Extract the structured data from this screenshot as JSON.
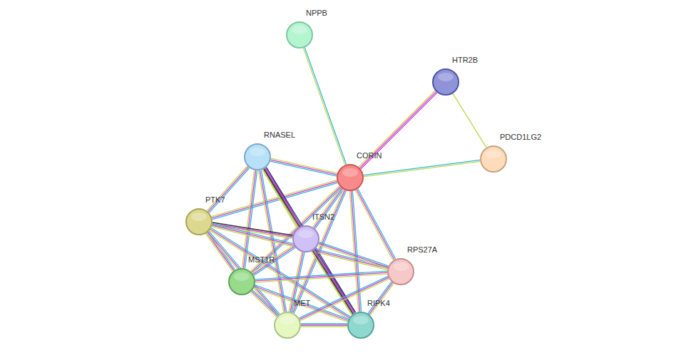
{
  "diagram": {
    "nodes": [
      {
        "text": [
          "NPPB"
        ]
      },
      {
        "text": [
          "HTR2B"
        ]
      },
      {
        "text": [
          "PDCD1LG2"
        ]
      },
      {
        "text": [
          "CORIN"
        ]
      },
      {
        "text": [
          "RNASEL"
        ]
      },
      {
        "text": [
          "PTK7"
        ]
      },
      {
        "text": [
          "ITSN2"
        ]
      },
      {
        "text": [
          "RPS27A"
        ]
      },
      {
        "text": [
          "MST1R"
        ]
      },
      {
        "text": [
          "MET"
        ]
      },
      {
        "text": [
          "RIPK4"
        ]
      }
    ],
    "edges": [
      {
        "from": 0,
        "to": 3,
        "arrow": "none"
      },
      {
        "from": 1,
        "to": 3,
        "arrow": "none"
      },
      {
        "from": 1,
        "to": 2,
        "arrow": "none"
      },
      {
        "from": 3,
        "to": 2,
        "arrow": "none"
      },
      {
        "from": 3,
        "to": 4,
        "arrow": "none"
      },
      {
        "from": 3,
        "to": 5,
        "arrow": "none"
      },
      {
        "from": 3,
        "to": 6,
        "arrow": "none"
      },
      {
        "from": 3,
        "to": 7,
        "arrow": "none"
      },
      {
        "from": 3,
        "to": 8,
        "arrow": "none"
      },
      {
        "from": 3,
        "to": 9,
        "arrow": "none"
      },
      {
        "from": 3,
        "to": 10,
        "arrow": "none"
      },
      {
        "from": 4,
        "to": 5,
        "arrow": "none"
      },
      {
        "from": 4,
        "to": 6,
        "arrow": "none"
      },
      {
        "from": 4,
        "to": 8,
        "arrow": "none"
      },
      {
        "from": 4,
        "to": 9,
        "arrow": "none"
      },
      {
        "from": 4,
        "to": 10,
        "arrow": "none"
      },
      {
        "from": 5,
        "to": 6,
        "arrow": "none"
      },
      {
        "from": 5,
        "to": 8,
        "arrow": "none"
      },
      {
        "from": 5,
        "to": 9,
        "arrow": "none"
      },
      {
        "from": 5,
        "to": 10,
        "arrow": "none"
      },
      {
        "from": 5,
        "to": 7,
        "arrow": "none"
      },
      {
        "from": 6,
        "to": 8,
        "arrow": "none"
      },
      {
        "from": 6,
        "to": 9,
        "arrow": "none"
      },
      {
        "from": 6,
        "to": 10,
        "arrow": "none"
      },
      {
        "from": 6,
        "to": 7,
        "arrow": "none"
      },
      {
        "from": 8,
        "to": 9,
        "arrow": "none"
      },
      {
        "from": 8,
        "to": 10,
        "arrow": "none"
      },
      {
        "from": 8,
        "to": 7,
        "arrow": "none"
      },
      {
        "from": 9,
        "to": 10,
        "arrow": "none"
      },
      {
        "from": 9,
        "to": 7,
        "arrow": "none"
      },
      {
        "from": 10,
        "to": 7,
        "arrow": "none"
      }
    ]
  }
}
